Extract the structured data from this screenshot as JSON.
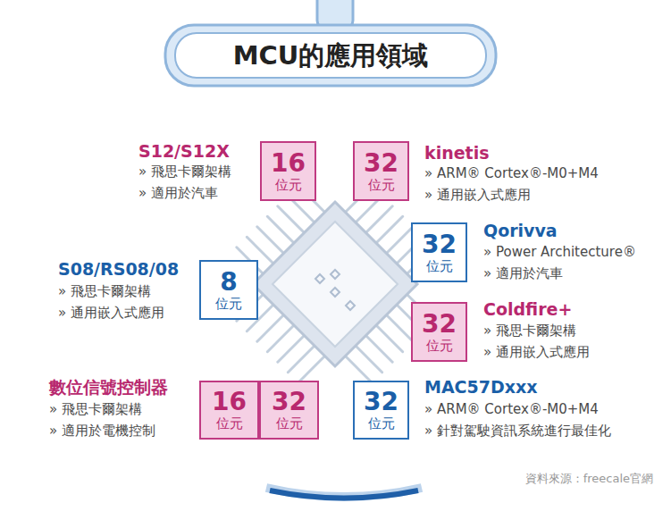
{
  "diagram": {
    "title": "MCU的應用領域",
    "caption": "資料來源：freecale官網",
    "nodes": [
      {
        "text": [
          "16",
          "位元"
        ]
      },
      {
        "text": [
          "32",
          "位元"
        ]
      },
      {
        "text": [
          "32",
          "位元"
        ]
      },
      {
        "text": [
          "8",
          "位元"
        ]
      },
      {
        "text": [
          "32",
          "位元"
        ]
      },
      {
        "text": [
          "16",
          "位元"
        ]
      },
      {
        "text": [
          "32",
          "位元"
        ]
      },
      {
        "text": [
          "32",
          "位元"
        ]
      }
    ],
    "labels": [
      "S12/S12X",
      "» 飛思卡爾架構",
      "» 適用於汽車",
      "kinetis",
      "» ARM® Cortex®-M0+M4",
      "» 通用嵌入式應用",
      "Qorivva",
      "» Power Architecture®",
      "» 適用於汽車",
      "S08/RS08/08",
      "» 飛思卡爾架構",
      "» 通用嵌入式應用",
      "Coldfire+",
      "» 飛思卡爾架構",
      "» 通用嵌入式應用",
      "數位信號控制器",
      "» 飛思卡爾架構",
      "» 適用於電機控制",
      "MAC57Dxxx",
      "» ARM® Cortex®-M0+M4",
      "» 針對駕駛資訊系統進行最佳化"
    ]
  }
}
